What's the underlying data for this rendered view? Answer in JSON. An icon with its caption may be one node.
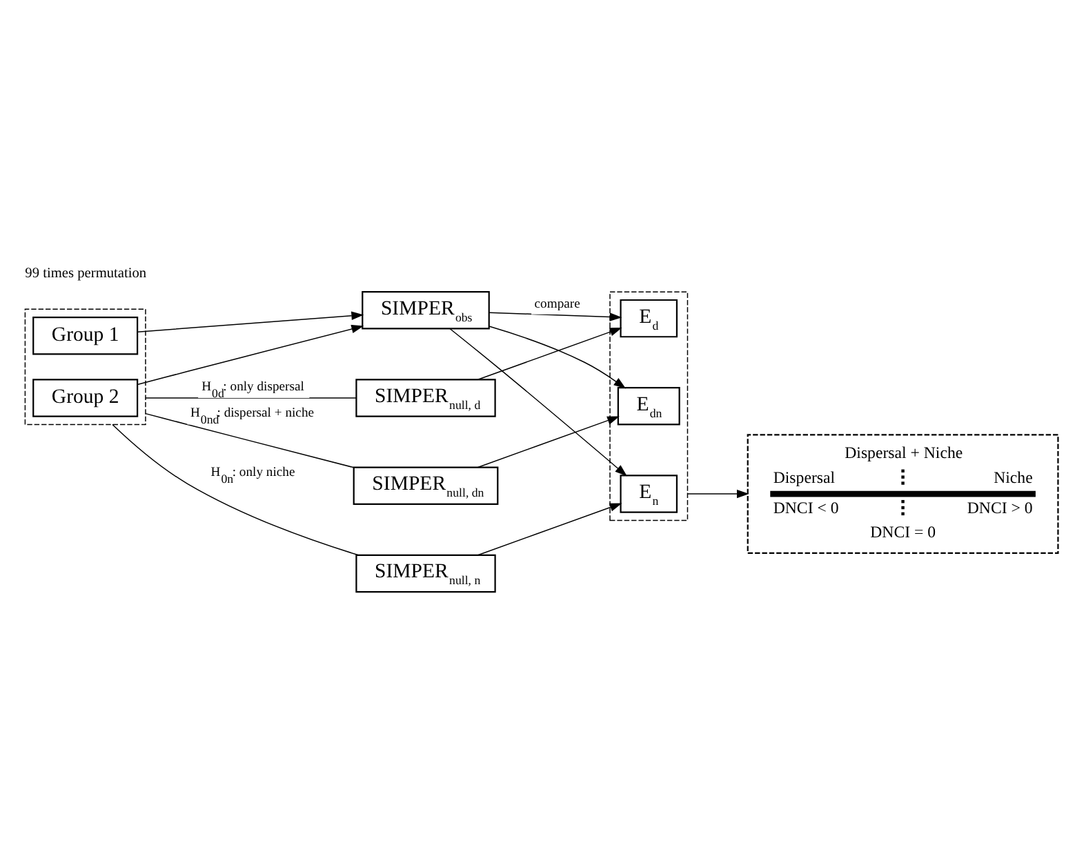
{
  "diagram": {
    "nodes": [
      {
        "text": [],
        "shape": "box"
      },
      {
        "text": [
          "Group 1"
        ],
        "in": 0
      },
      {
        "text": [
          "Group 2"
        ],
        "in": 0
      },
      {
        "text": [
          "SIMPER$_{obs}$"
        ]
      },
      {
        "text": [
          "SIMPER$_{null, d}$"
        ]
      },
      {
        "text": [
          "SIMPER$_{null, dn}$"
        ]
      },
      {
        "text": [
          "SIMPER$_{null, n}$"
        ]
      },
      {
        "text": [],
        "shape": "box"
      },
      {
        "text": [
          "E$_{d}$"
        ],
        "in": 7
      },
      {
        "text": [
          "E$_{dn}$"
        ],
        "in": 7
      },
      {
        "text": [
          "E$_{n}$"
        ],
        "in": 7
      },
      {
        "text": [
          "Dispersal + Niche",
          "Dispersal",
          "Niche",
          "DNCI < 0",
          "DNCI > 0",
          "DNCI = 0"
        ]
      }
    ],
    "edges": [
      {
        "from": 1,
        "to": 3,
        "arrow": "to"
      },
      {
        "from": 2,
        "to": 3,
        "arrow": "to"
      },
      {
        "from": 0,
        "to": 4,
        "arrow": "none",
        "label": "H$_{0d}$: only dispersal"
      },
      {
        "from": 0,
        "to": 5,
        "arrow": "none",
        "label": "H$_{0nd}$: dispersal + niche"
      },
      {
        "from": 0,
        "to": 6,
        "arrow": "none",
        "label": "H$_{0n}$: only niche"
      },
      {
        "from": 3,
        "to": 8,
        "arrow": "to",
        "label": "compare"
      },
      {
        "from": 3,
        "to": 9,
        "arrow": "to"
      },
      {
        "from": 3,
        "to": 10,
        "arrow": "to"
      },
      {
        "from": 4,
        "to": 8,
        "arrow": "to"
      },
      {
        "from": 5,
        "to": 9,
        "arrow": "to"
      },
      {
        "from": 6,
        "to": 10,
        "arrow": "to"
      },
      {
        "from": 7,
        "to": 11,
        "arrow": "to"
      }
    ],
    "labels": [
      "99 times permutation"
    ]
  }
}
